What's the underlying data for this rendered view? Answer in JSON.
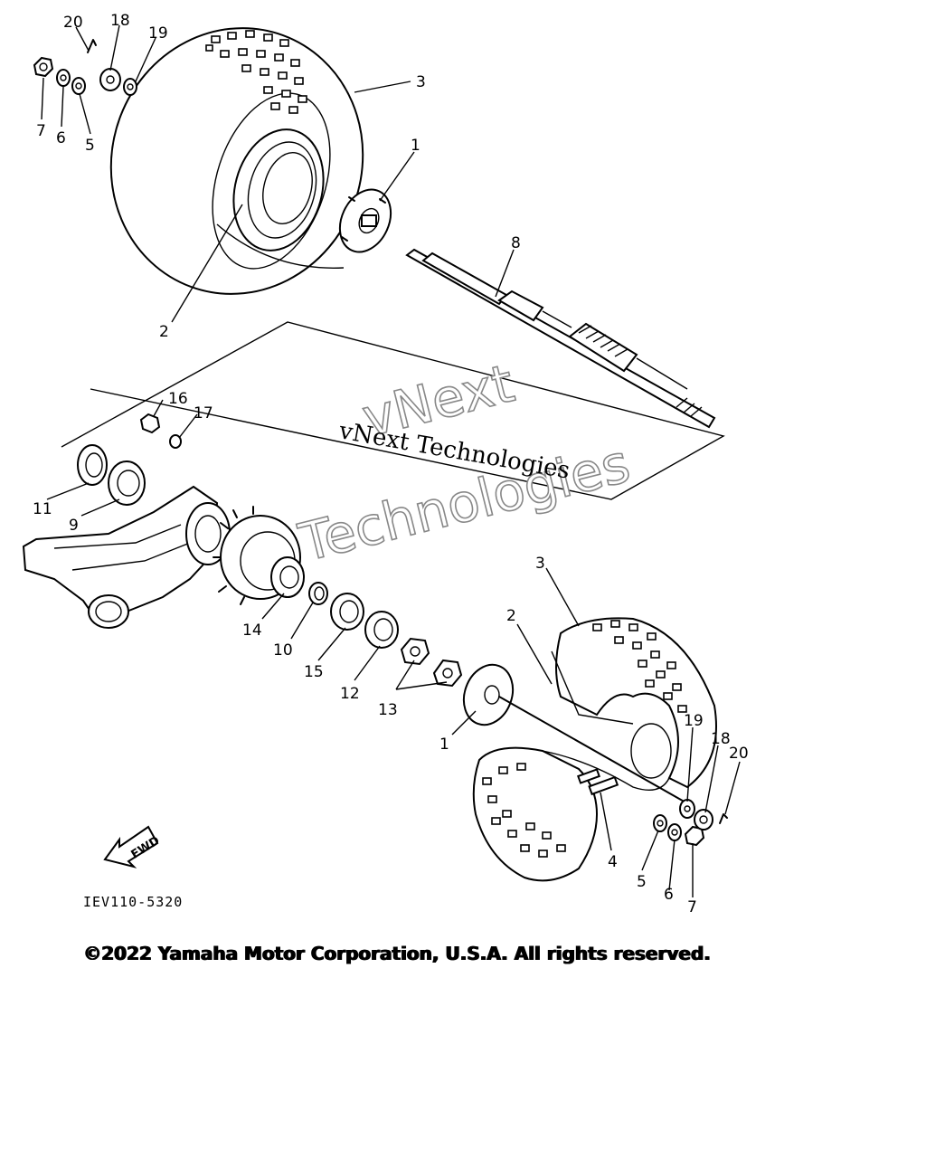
{
  "diagram": {
    "part_numbers": [
      "1",
      "2",
      "3",
      "4",
      "5",
      "6",
      "7",
      "8",
      "9",
      "10",
      "11",
      "12",
      "13",
      "14",
      "15",
      "16",
      "17",
      "18",
      "19",
      "20"
    ],
    "diagram_code": "IEV110-5320",
    "fwd_label": "FWD",
    "watermark": {
      "outline_line1": "vNext",
      "outline_line2": "Technologies",
      "serif_text": "vNext Technologies"
    },
    "copyright": "©2022 Yamaha Motor Corporation, U.S.A. All rights reserved."
  }
}
